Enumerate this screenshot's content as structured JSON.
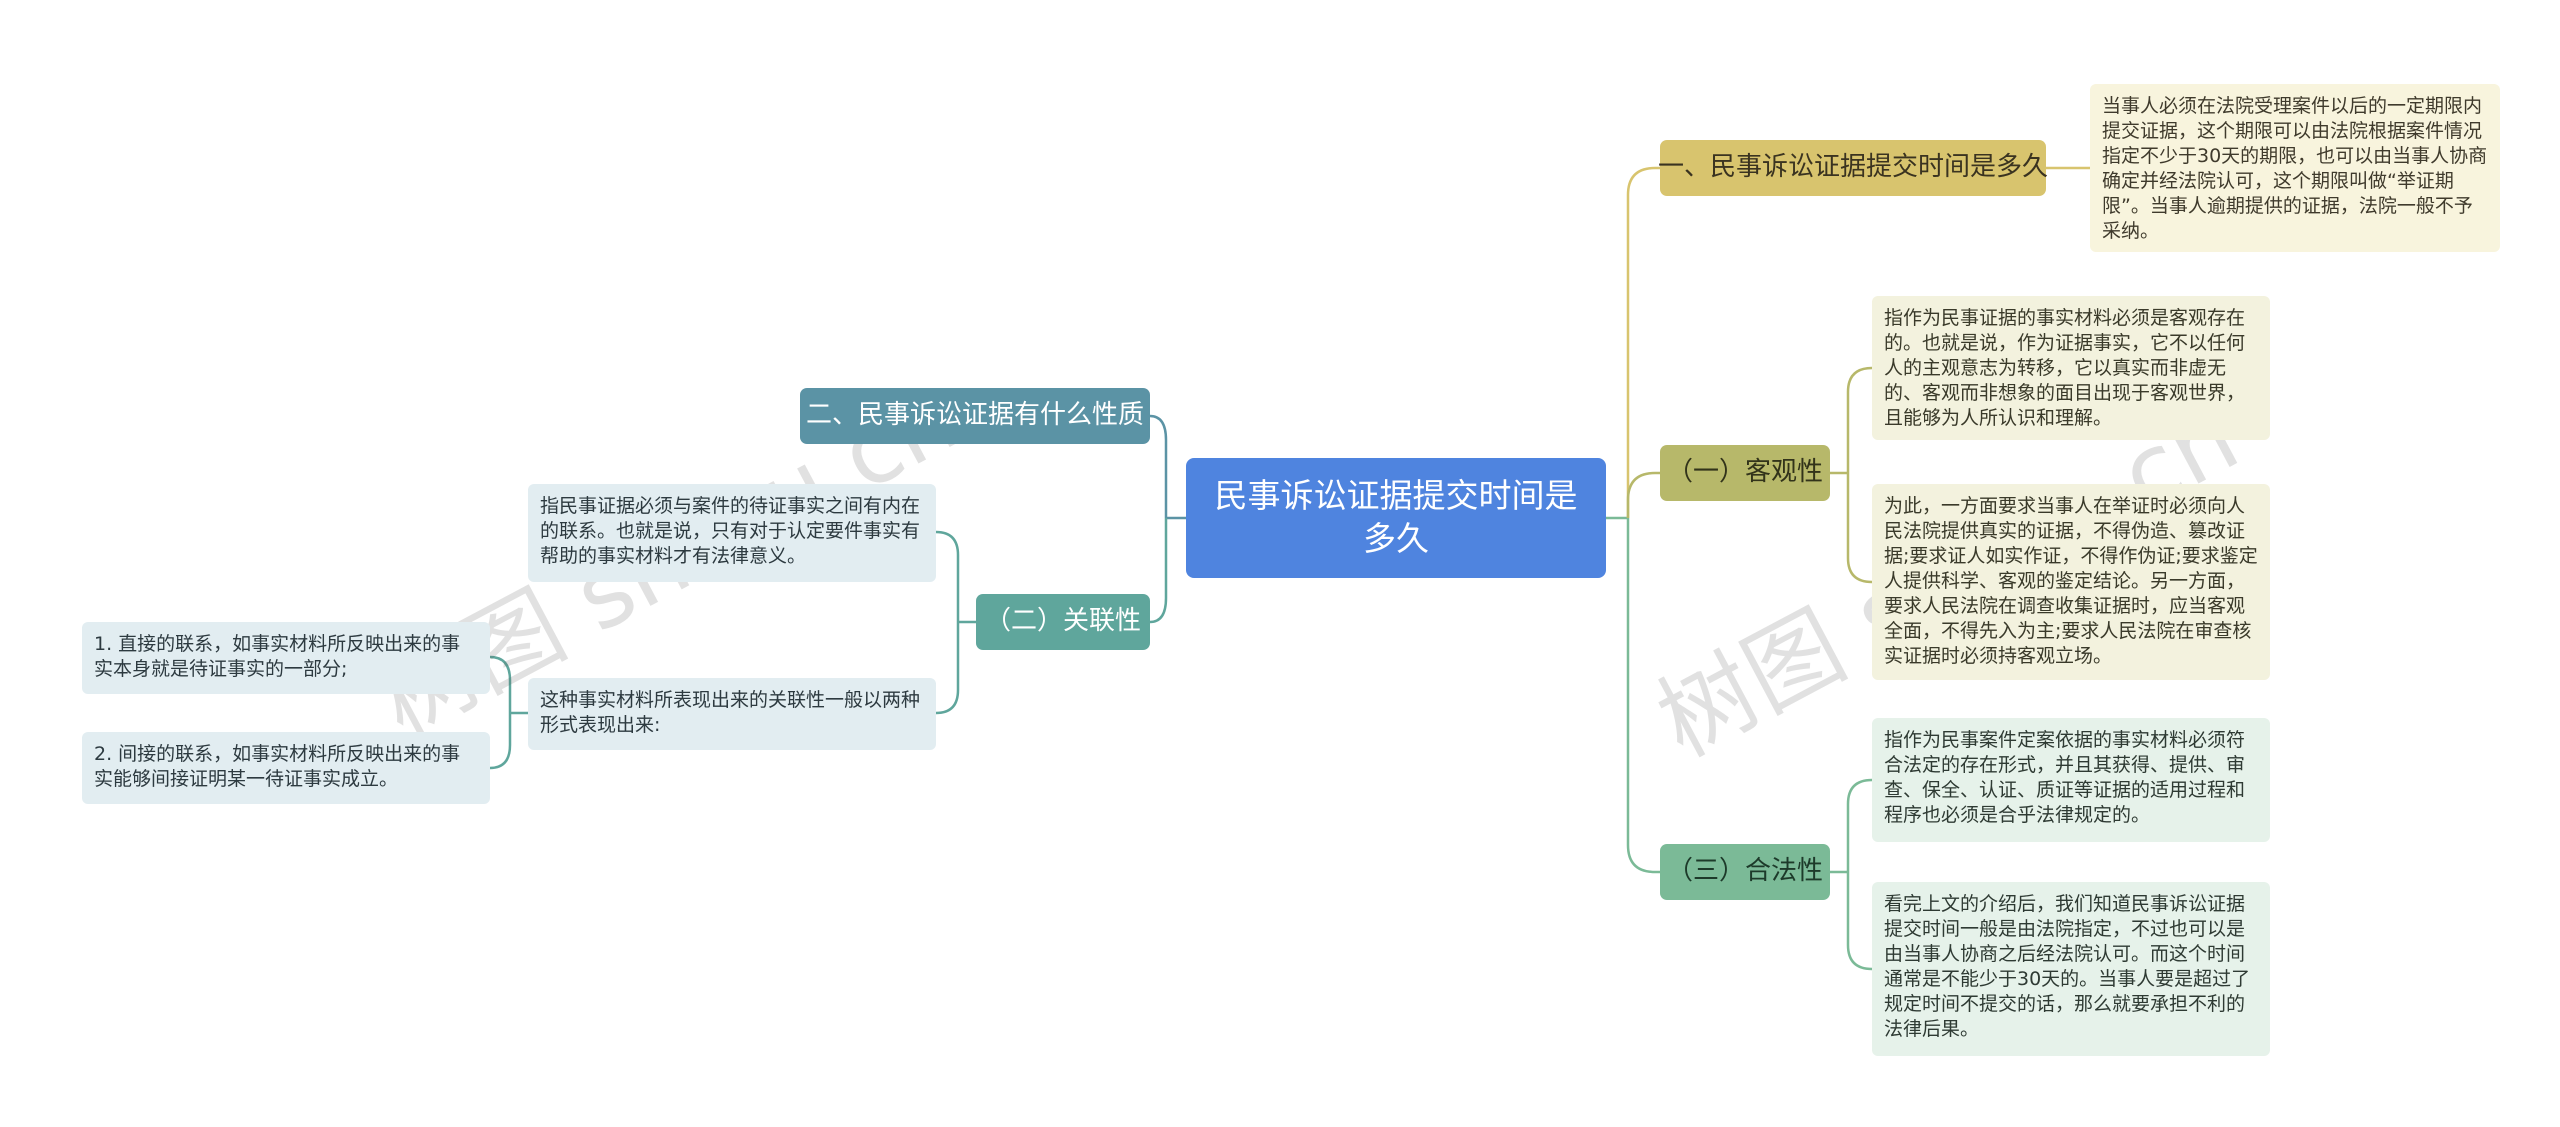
{
  "root": {
    "label": "民事诉讼证据提交时间是多久"
  },
  "right": {
    "b1": {
      "label": "一、民事诉讼证据提交时间是多久",
      "leaf": "当事人必须在法院受理案件以后的一定期限内提交证据，这个期限可以由法院根据案件情况指定不少于30天的期限，也可以由当事人协商确定并经法院认可，这个期限叫做“举证期限”。当事人逾期提供的证据，法院一般不予采纳。"
    },
    "b2": {
      "label": "（一）客观性",
      "leaf1": "指作为民事证据的事实材料必须是客观存在的。也就是说，作为证据事实，它不以任何人的主观意志为转移，它以真实而非虚无的、客观而非想象的面目出现于客观世界，且能够为人所认识和理解。",
      "leaf2": "为此，一方面要求当事人在举证时必须向人民法院提供真实的证据，不得伪造、篡改证据;要求证人如实作证，不得作伪证;要求鉴定人提供科学、客观的鉴定结论。另一方面，要求人民法院在调查收集证据时，应当客观全面，不得先入为主;要求人民法院在审查核实证据时必须持客观立场。"
    },
    "b3": {
      "label": "（三）合法性",
      "leaf1": "指作为民事案件定案依据的事实材料必须符合法定的存在形式，并且其获得、提供、审查、保全、认证、质证等证据的适用过程和程序也必须是合乎法律规定的。",
      "leaf2": "看完上文的介绍后，我们知道民事诉讼证据提交时间一般是由法院指定，不过也可以是由当事人协商之后经法院认可。而这个时间通常是不能少于30天的。当事人要是超过了规定时间不提交的话，那么就要承担不利的法律后果。"
    }
  },
  "left": {
    "b4": {
      "label": "二、民事诉讼证据有什么性质"
    },
    "b5": {
      "label": "（二）关联性",
      "leaf1": "指民事证据必须与案件的待证事实之间有内在的联系。也就是说，只有对于认定要件事实有帮助的事实材料才有法律意义。",
      "leaf2": "这种事实材料所表现出来的关联性一般以两种形式表现出来:",
      "sub1": "1. 直接的联系，如事实材料所反映出来的事实本身就是待证事实的一部分;",
      "sub2": "2. 间接的联系，如事实材料所反映出来的事实能够间接证明某一待证事实成立。"
    }
  },
  "watermarks": [
    "树图 shutu.cn",
    "树图 shutu.cn"
  ],
  "colors": {
    "root": "#4f84df",
    "gold": "#d8c46e",
    "olive": "#b7b86a",
    "green": "#7bba97",
    "blue": "#5b93a5",
    "teal": "#5fa69c"
  }
}
